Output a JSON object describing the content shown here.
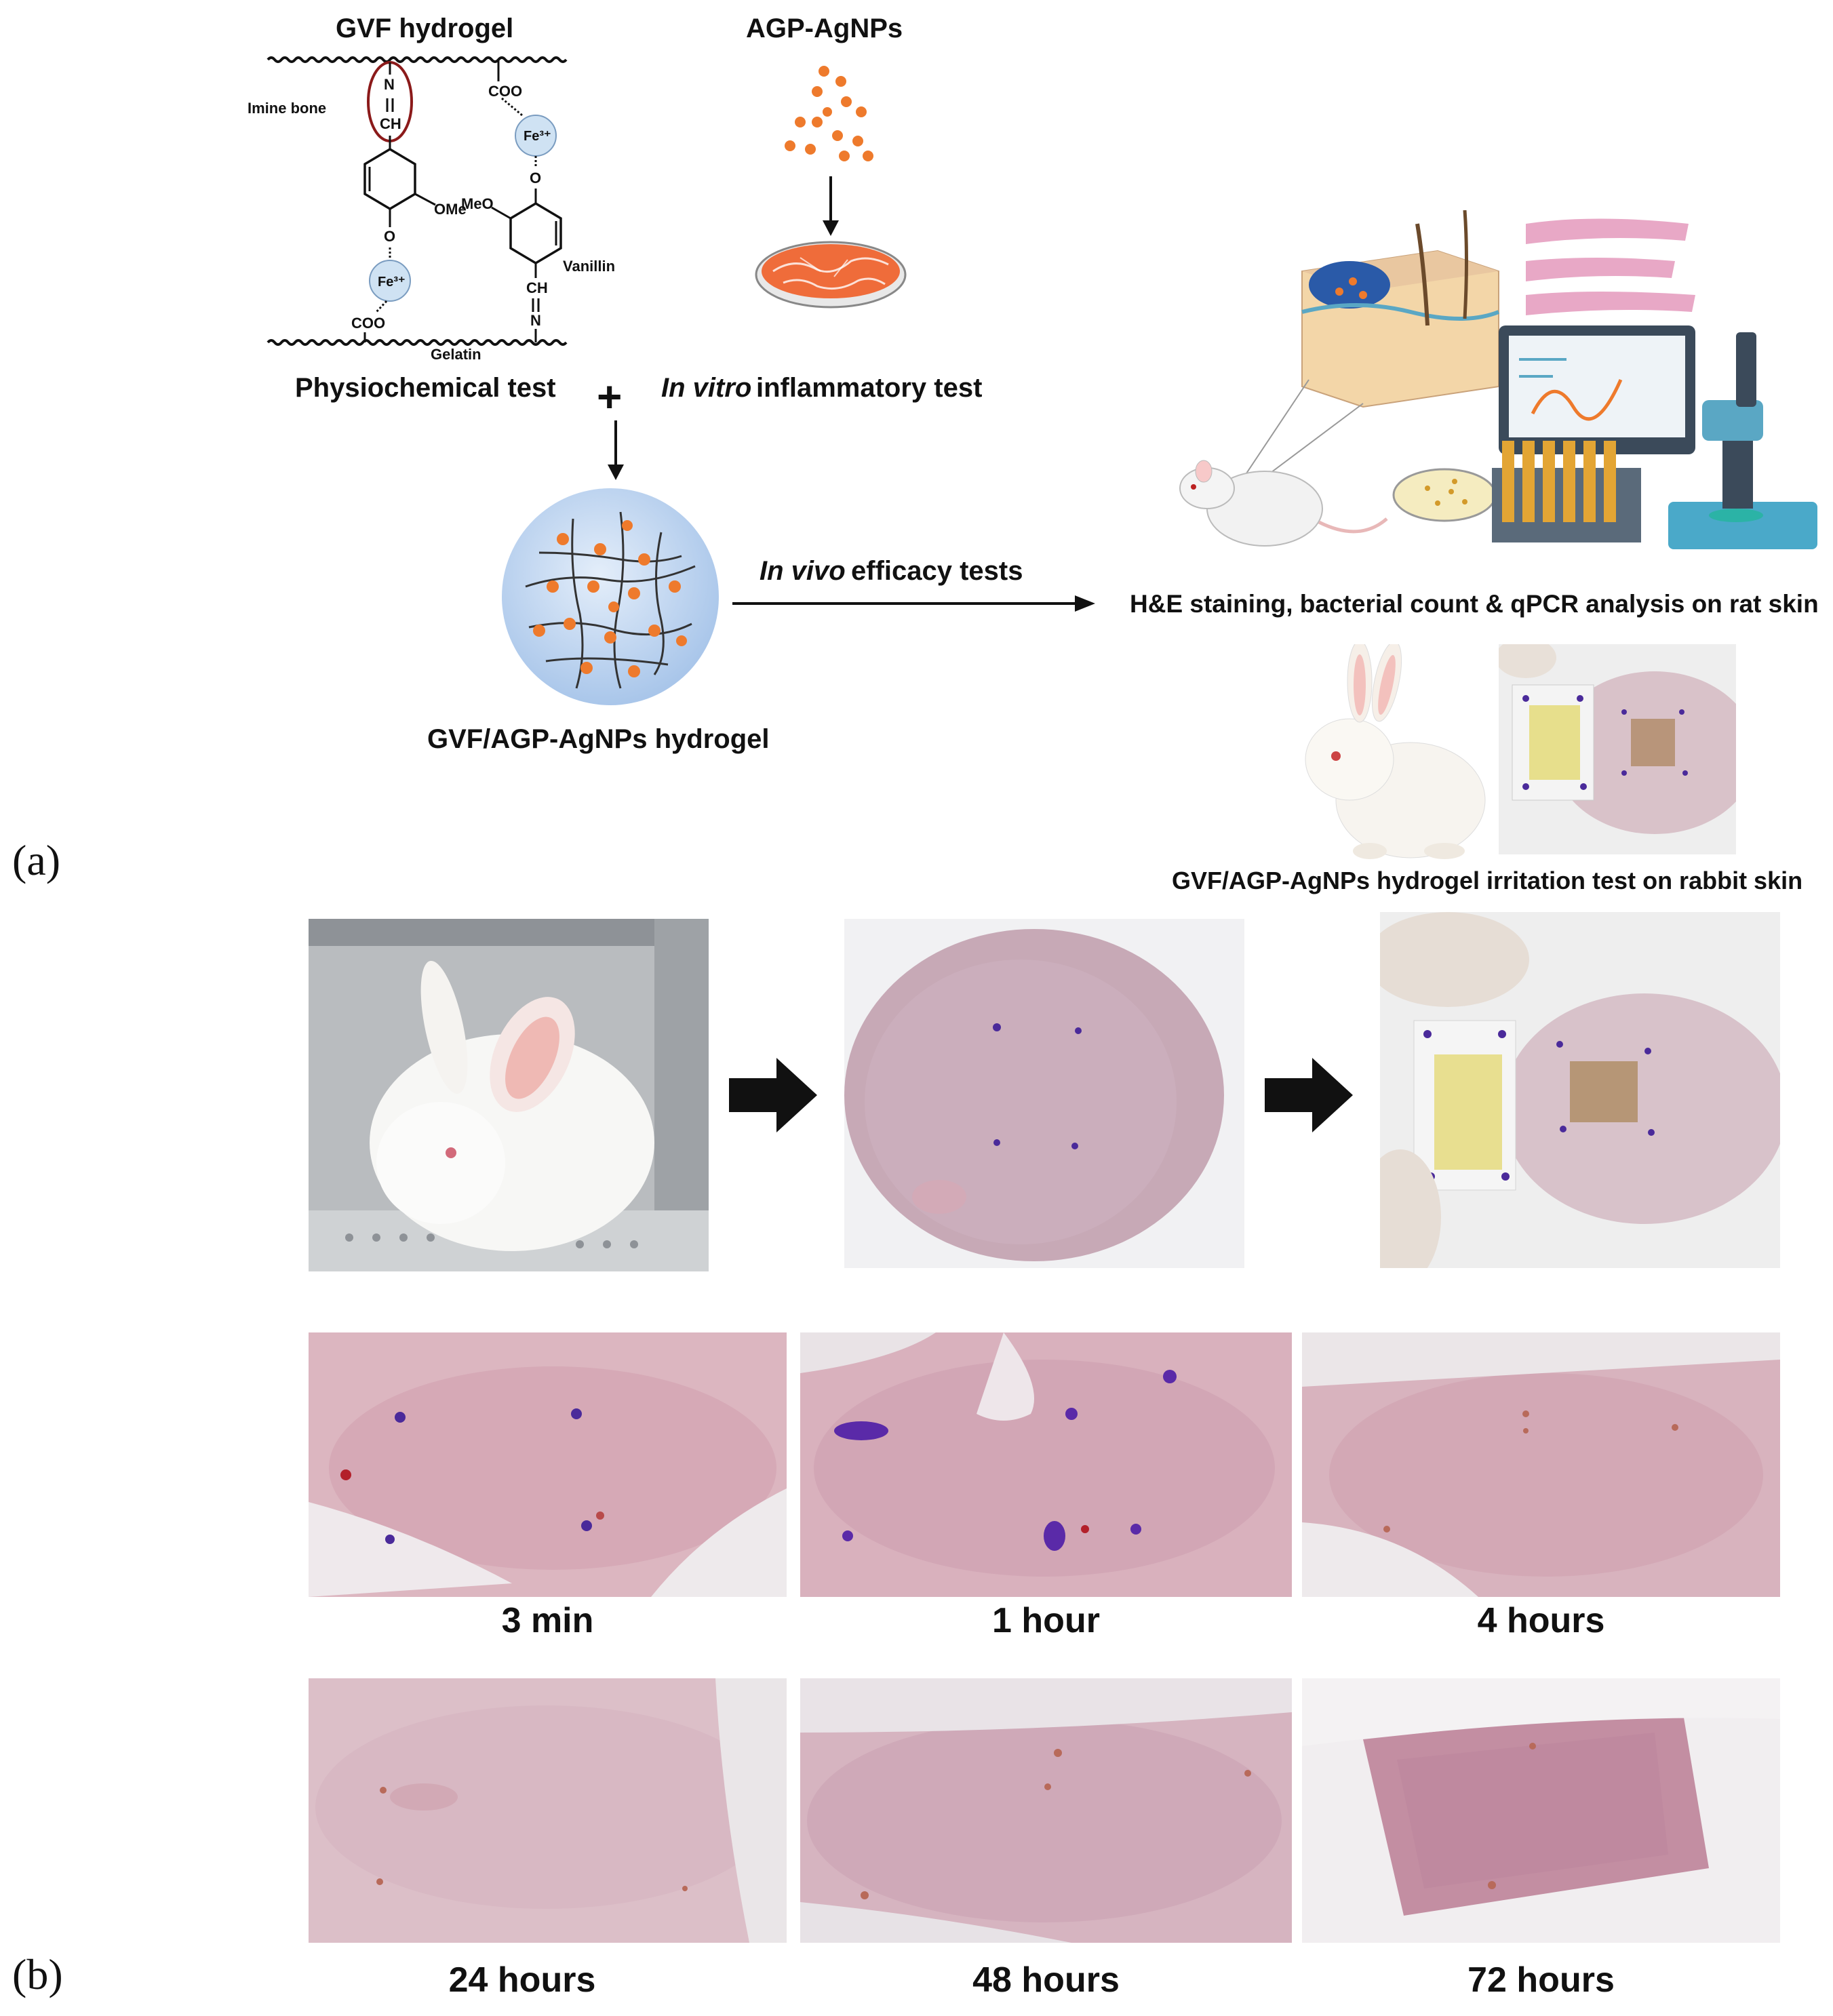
{
  "panel_a": {
    "letter": "(a)",
    "gvf_title": "GVF hydrogel",
    "agp_title": "AGP-AgNPs",
    "chem": {
      "imine": "Imine bone",
      "n1": "N",
      "ch1": "CH",
      "coo_top": "COO",
      "fe_top": "Fe³⁺",
      "o_top": "O",
      "ome": "OMe",
      "meo": "MeO",
      "vanillin": "Vanillin",
      "ch2": "CH",
      "n2": "N",
      "o_left": "O",
      "fe_left": "Fe³⁺",
      "coo_bottom": "COO",
      "gelatin": "Gelatin"
    },
    "physio_label": "Physiochemical test",
    "plus": "+",
    "invitro_italic": "In vitro",
    "invitro_rest": " inflammatory test",
    "invivo_italic": "In vivo",
    "invivo_rest": " efficacy tests",
    "hydrogel_label": "GVF/AGP-AgNPs hydrogel",
    "rat_caption": "H&E staining, bacterial count & qPCR analysis on rat skin",
    "rabbit_caption": "GVF/AGP-AgNPs hydrogel irritation test on rabbit skin"
  },
  "panel_b": {
    "letter": "(b)",
    "times": [
      "3 min",
      "1 hour",
      "4 hours",
      "24 hours",
      "48 hours",
      "72 hours"
    ]
  },
  "colors": {
    "nanoparticle": "#ee7a2c",
    "sphere": "#b9d3ee",
    "skin": "#d9aeb8",
    "dye": "#4a2a9a",
    "imine_ring": "#8b1a1a"
  }
}
